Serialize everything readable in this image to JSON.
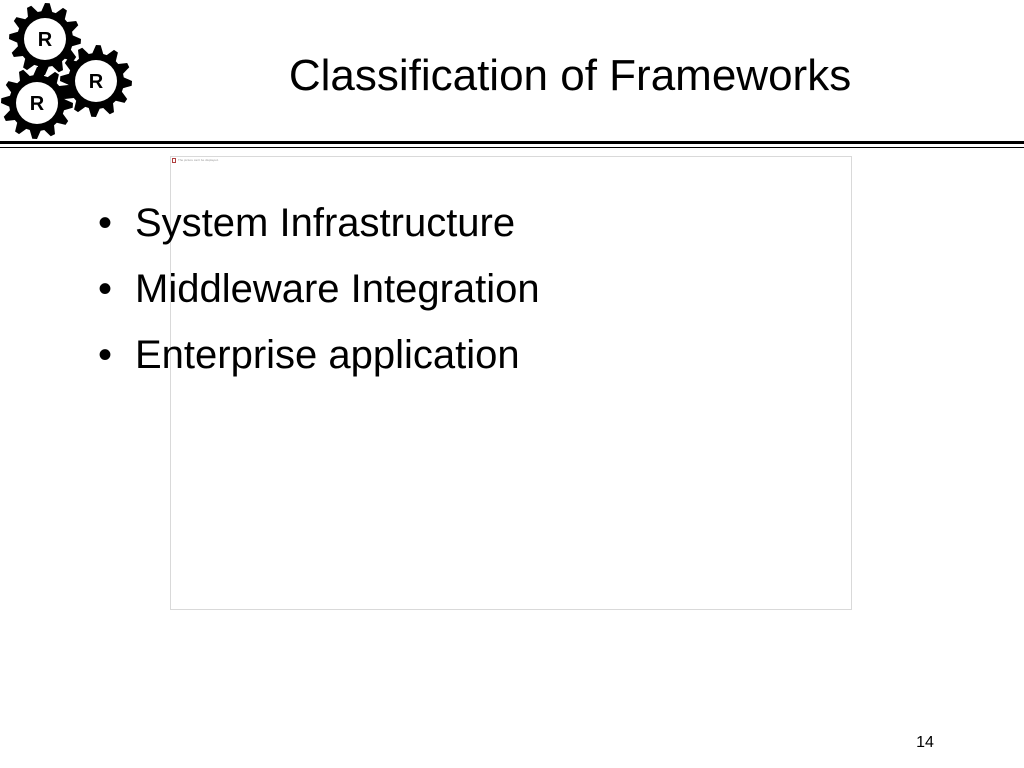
{
  "slide": {
    "title": "Classification of Frameworks",
    "bullet_glyph": "•",
    "bullets": [
      "System Infrastructure",
      "Middleware Integration",
      "Enterprise application"
    ],
    "page_number": "14",
    "embed": {
      "icon": "broken-image-icon",
      "caption": "The picture can't be displayed."
    }
  },
  "logo": {
    "icon": "gears-logo-icon",
    "gear_letters": [
      "R",
      "R",
      "R"
    ],
    "color": "#000000"
  }
}
